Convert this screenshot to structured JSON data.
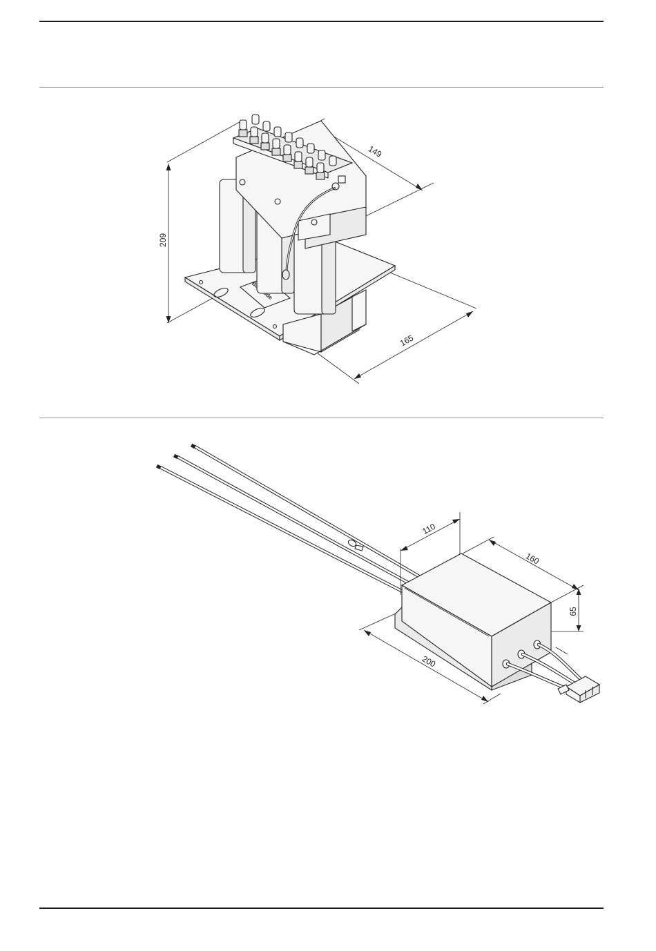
{
  "drawing_top": {
    "dimensions": {
      "height": "209",
      "depth": "149",
      "width": "165"
    },
    "label_plate": "Bar Code"
  },
  "drawing_bottom": {
    "dimensions": {
      "depth": "110",
      "width": "160",
      "height": "65",
      "length": "200"
    }
  }
}
